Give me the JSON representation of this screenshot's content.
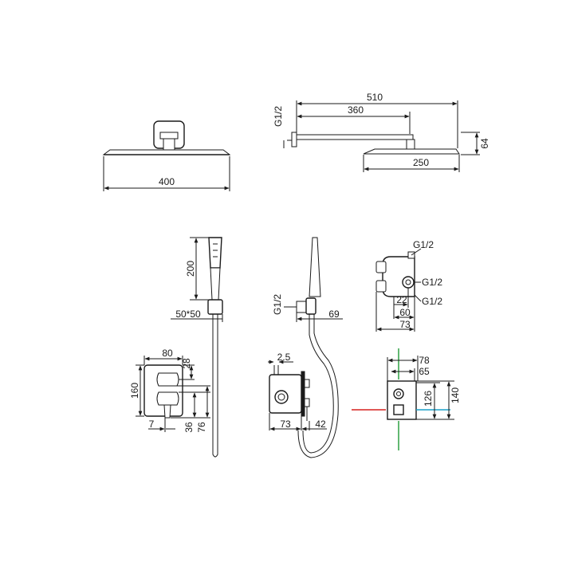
{
  "dimensions": {
    "top_view": {
      "width": "400"
    },
    "side_view": {
      "arm_total": "510",
      "arm_short": "360",
      "head_width": "250",
      "head_height": "64",
      "thread": "G1/2"
    },
    "hand_shower": {
      "length": "200",
      "bracket": "50*50"
    },
    "hand_side": {
      "thread": "G1/2",
      "depth": "69"
    },
    "valve_body": {
      "port_top": "G1/2",
      "port_mid": "G1/2",
      "port_low": "G1/2",
      "d1": "22",
      "d2": "60",
      "d3": "73"
    },
    "faceplate": {
      "width": "80",
      "top_offset": "28",
      "height": "160",
      "left_offset": "7",
      "lever_gap": "36",
      "lever_len": "76"
    },
    "valve_side": {
      "wall_gap": "2.5",
      "depth": "73",
      "lever_depth": "42"
    },
    "box": {
      "outer_w": "78",
      "inner_w": "65",
      "inner_h": "126",
      "outer_h": "140"
    }
  },
  "colors": {
    "hot": "#d6201f",
    "cold": "#1aa0c8",
    "outlet": "#2ea043",
    "line": "#1a1a1a"
  }
}
